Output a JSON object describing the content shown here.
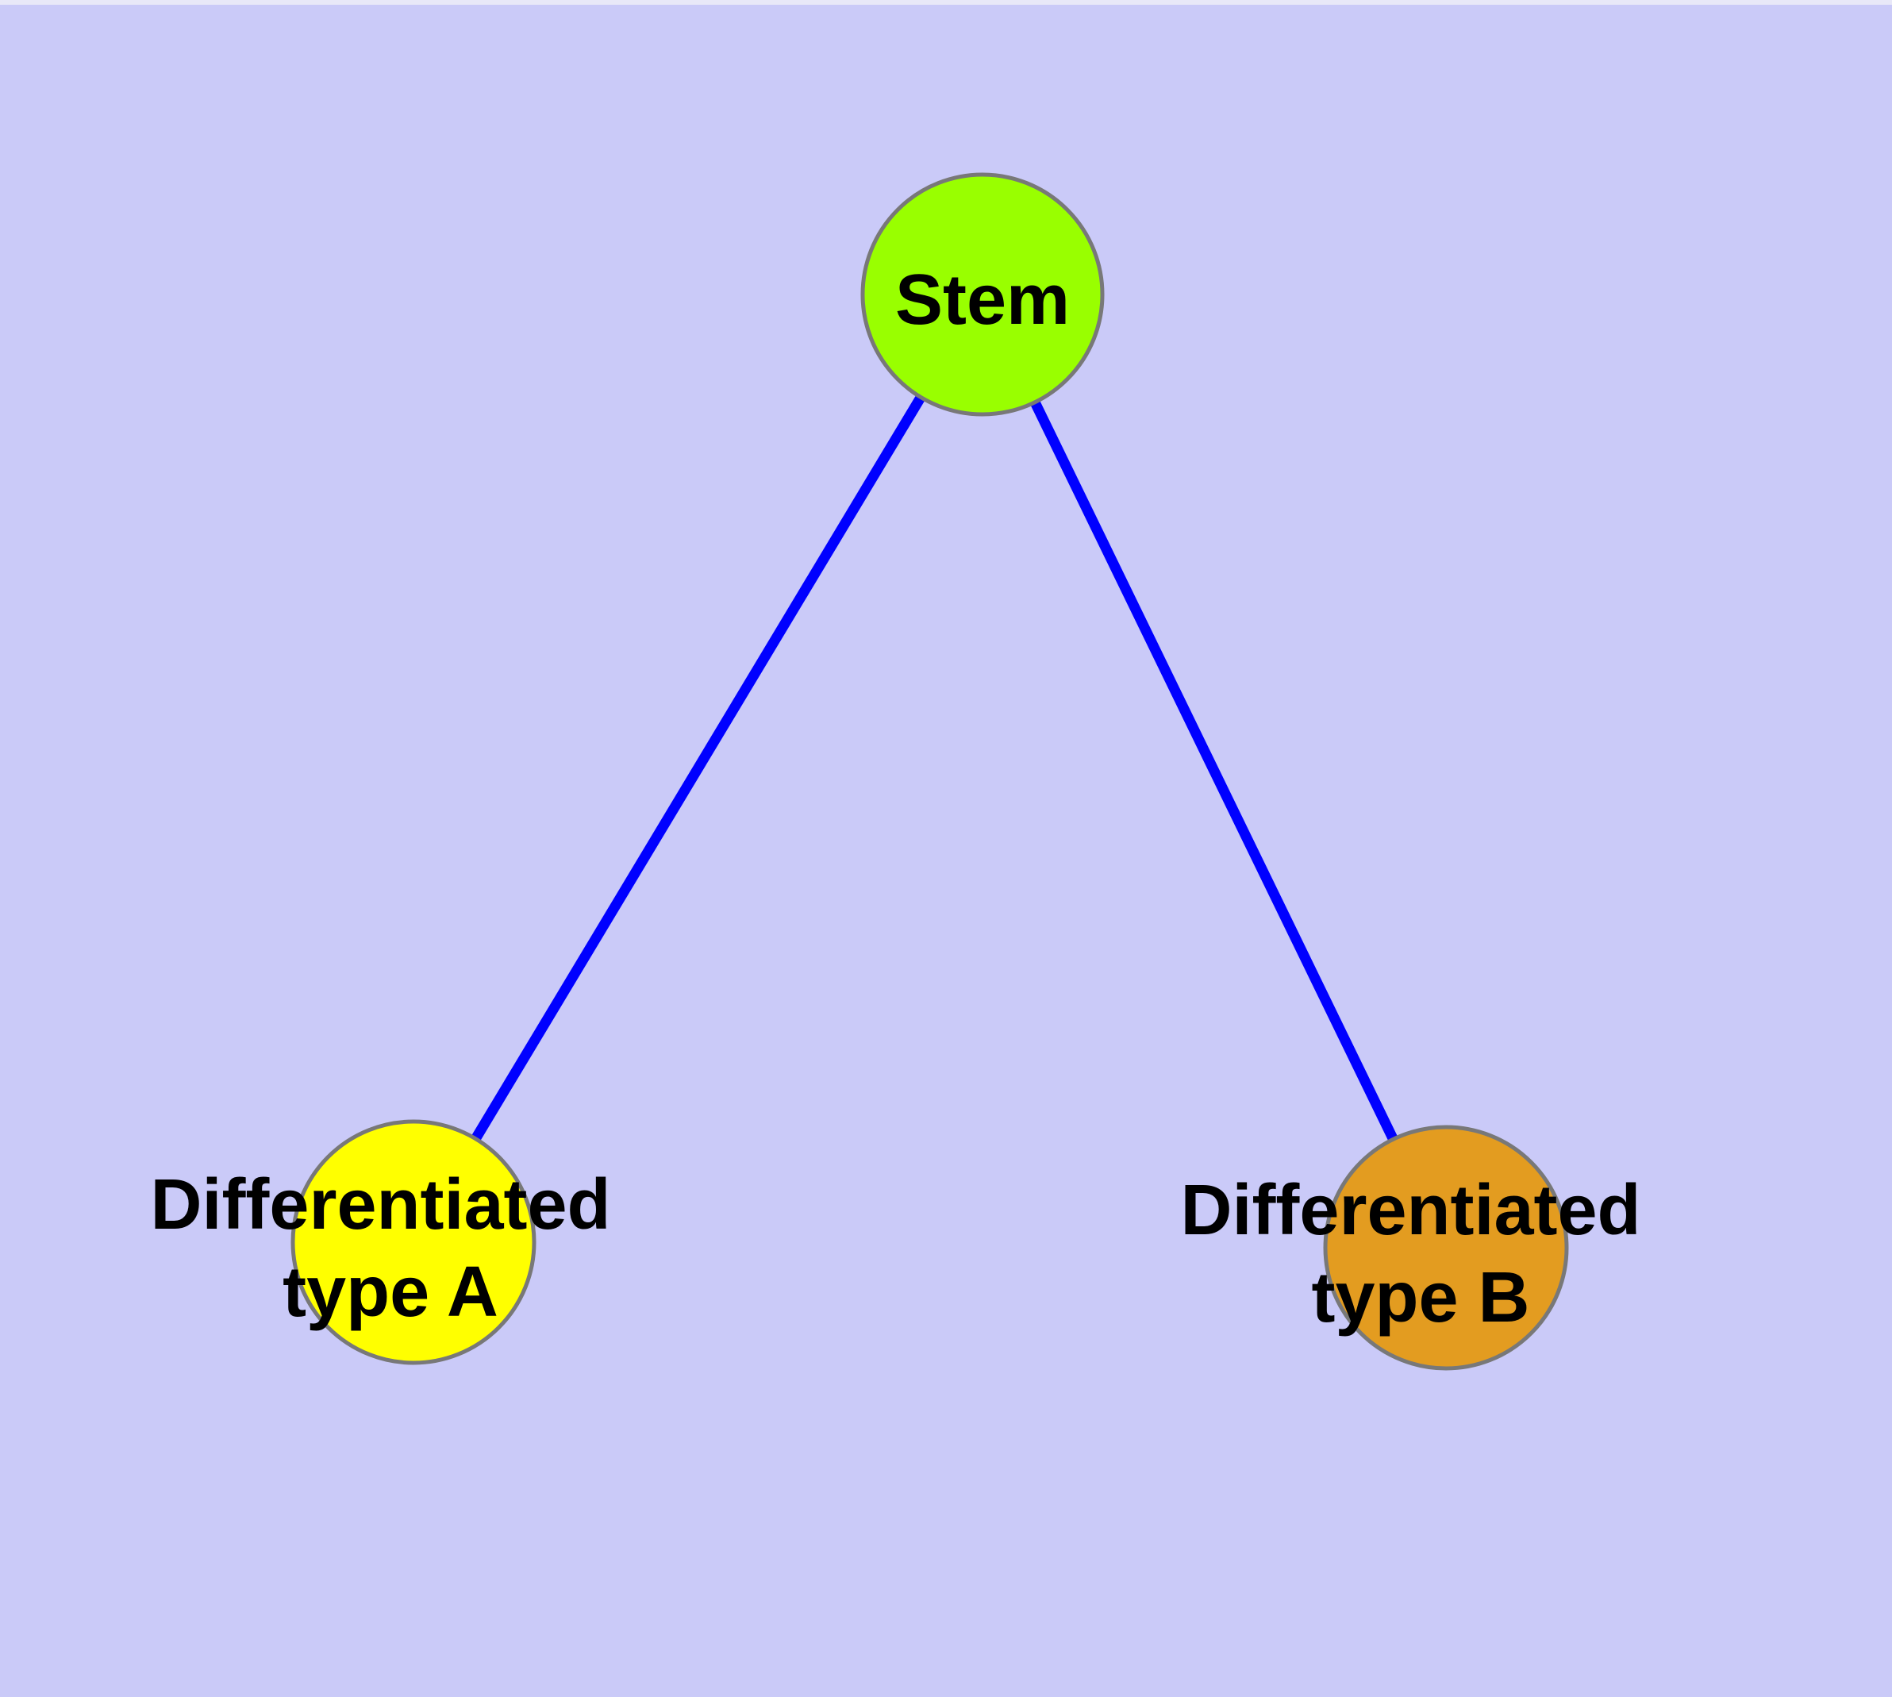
{
  "diagram": {
    "type": "node-link-graph",
    "colors": {
      "background": "#CACAF8",
      "top_strip": "#E8E8F8",
      "edge": "#0000FF",
      "node_border": "#787878",
      "text": "#000000"
    },
    "nodes": {
      "stem": {
        "label": "Stem",
        "color": "#99FF00"
      },
      "typeA": {
        "label_line1": "Differentiated",
        "label_line2": "type A",
        "color": "#FFFF00"
      },
      "typeB": {
        "label_line1": "Differentiated",
        "label_line2": "type B",
        "color": "#E39C20"
      }
    },
    "edges": [
      {
        "from": "Stem",
        "to": "Differentiated type A"
      },
      {
        "from": "Stem",
        "to": "Differentiated type B"
      }
    ]
  }
}
